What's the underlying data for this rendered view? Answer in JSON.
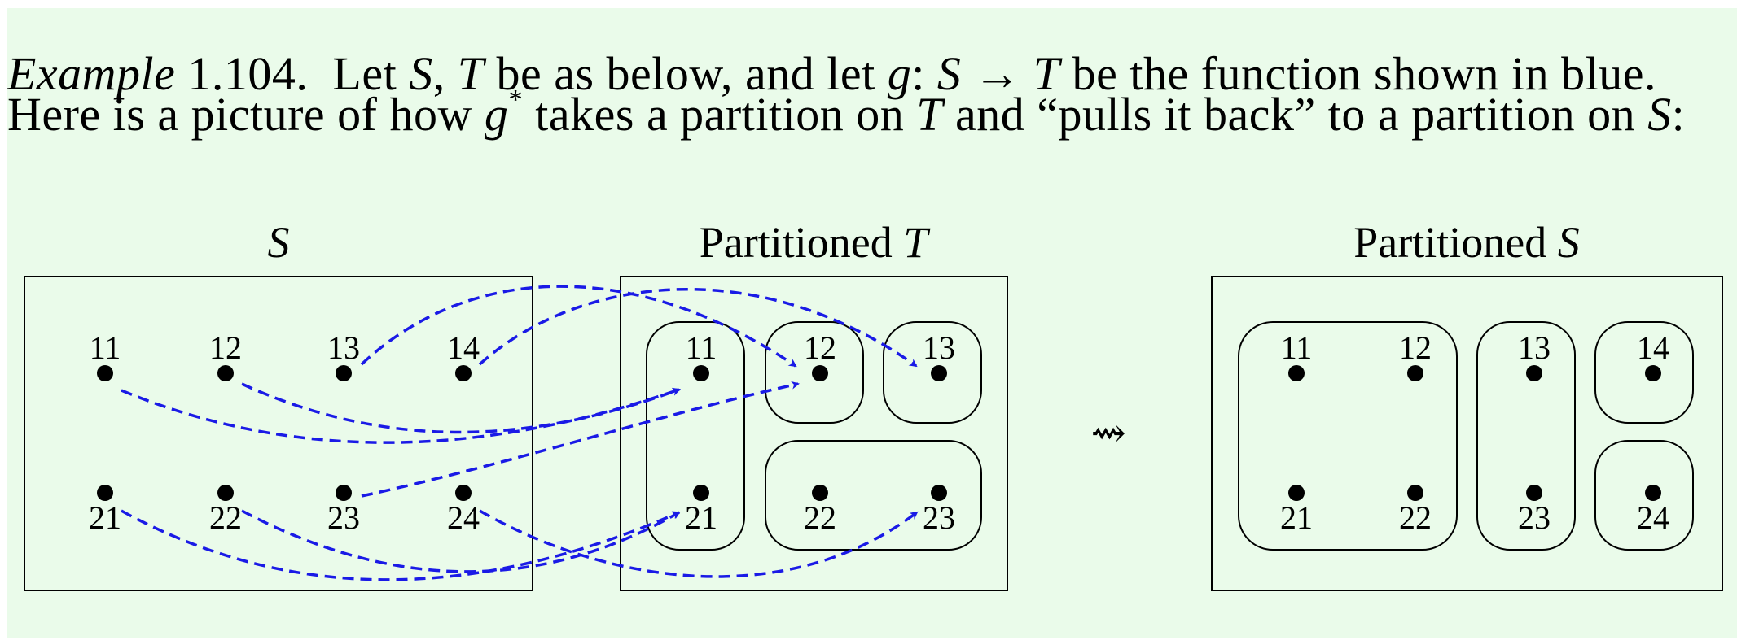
{
  "text": {
    "example_word": "Example",
    "example_number": "1.104.",
    "line1_rest": [
      {
        "t": "Let ",
        "i": false
      },
      {
        "t": "S",
        "i": true
      },
      {
        "t": ", ",
        "i": false
      },
      {
        "t": "T",
        "i": true
      },
      {
        "t": " be as below, and let ",
        "i": false
      },
      {
        "t": "g",
        "i": true
      },
      {
        "t": ": ",
        "i": false
      },
      {
        "t": "S",
        "i": true
      },
      {
        "t": " → ",
        "i": false
      },
      {
        "t": "T",
        "i": true
      },
      {
        "t": " be the function shown in blue.",
        "i": false
      }
    ],
    "line2": [
      {
        "t": "Here is a picture of how ",
        "i": false
      },
      {
        "t": "g",
        "i": true
      },
      {
        "t": "*",
        "i": false,
        "sup": true
      },
      {
        "t": " takes a partition on ",
        "i": false
      },
      {
        "t": "T",
        "i": true
      },
      {
        "t": " and “pulls it back” to a partition on ",
        "i": false
      },
      {
        "t": "S",
        "i": true
      },
      {
        "t": ":",
        "i": false
      }
    ]
  },
  "diagram": {
    "colors": {
      "arrow": "#1a1ae6",
      "background": "#eafbea"
    },
    "titles": {
      "S": {
        "text": "S",
        "italic": true
      },
      "T": {
        "prefix": "Partitioned ",
        "var": "T"
      },
      "PS": {
        "prefix": "Partitioned ",
        "var": "S"
      }
    },
    "squiggle": "⇝",
    "elements": {
      "S": [
        "11",
        "12",
        "13",
        "14",
        "21",
        "22",
        "23",
        "24"
      ],
      "T": [
        "11",
        "12",
        "13",
        "21",
        "22",
        "23"
      ],
      "PS": [
        "11",
        "12",
        "13",
        "14",
        "21",
        "22",
        "23",
        "24"
      ]
    },
    "partition_T": [
      [
        "11",
        "21"
      ],
      [
        "12"
      ],
      [
        "13"
      ],
      [
        "22",
        "23"
      ]
    ],
    "partition_PS": [
      [
        "11",
        "12",
        "21",
        "22"
      ],
      [
        "13",
        "23"
      ],
      [
        "14"
      ],
      [
        "24"
      ]
    ],
    "function_g": [
      {
        "from": "11",
        "to": "11"
      },
      {
        "from": "12",
        "to": "11"
      },
      {
        "from": "13",
        "to": "12"
      },
      {
        "from": "14",
        "to": "13"
      },
      {
        "from": "21",
        "to": "21"
      },
      {
        "from": "22",
        "to": "21"
      },
      {
        "from": "23",
        "to": "12"
      },
      {
        "from": "24",
        "to": "23"
      }
    ]
  }
}
